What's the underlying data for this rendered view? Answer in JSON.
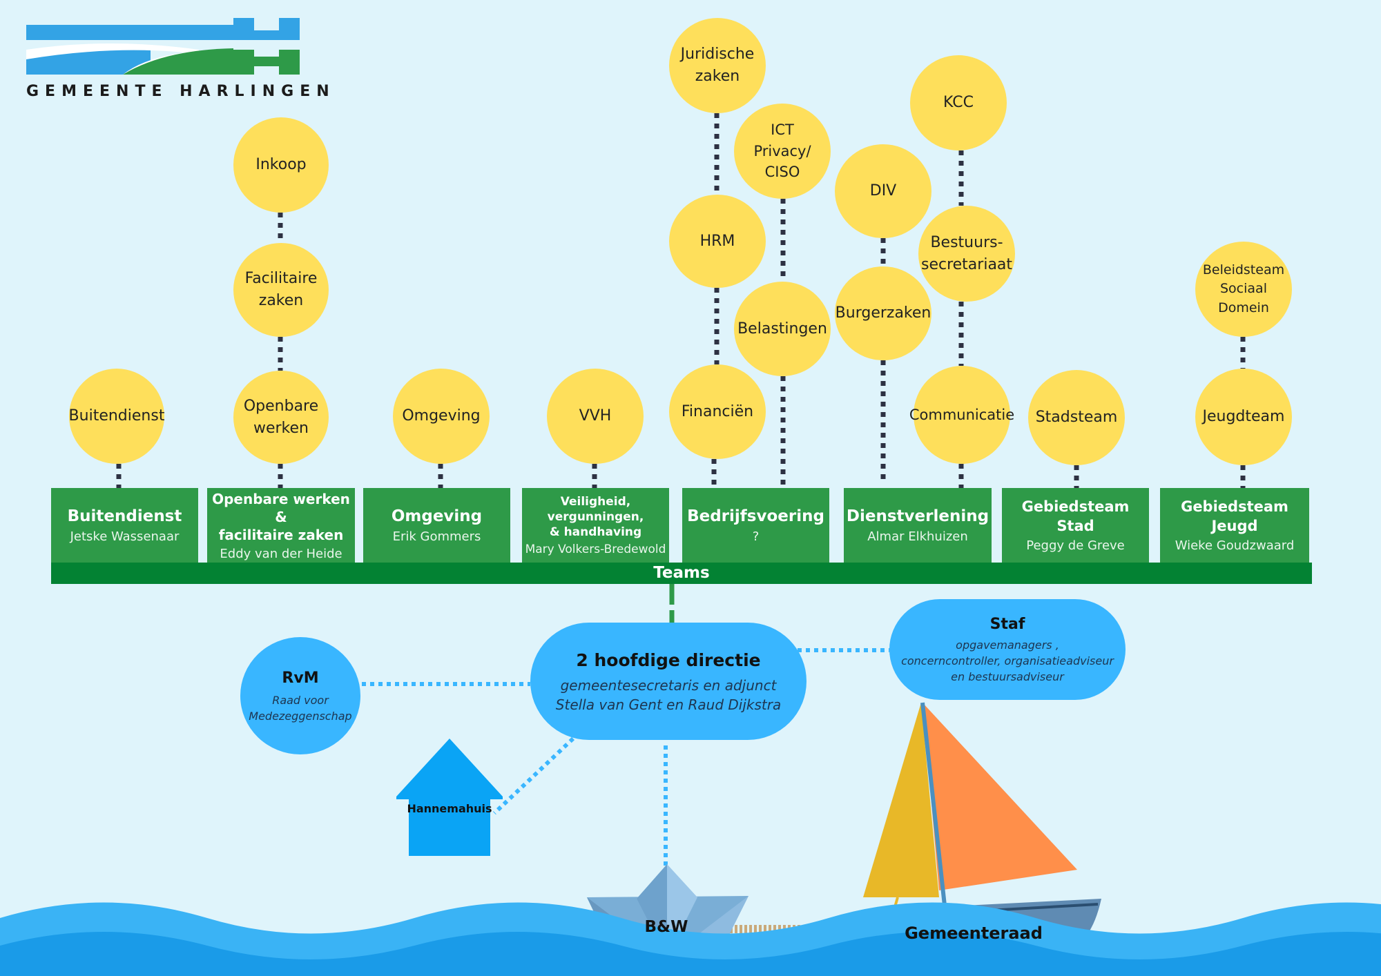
{
  "logo": {
    "text": "GEMEENTE HARLINGEN"
  },
  "colors": {
    "background": "#dff4fb",
    "circle": "#fedf5b",
    "dept_green": "#2e9a48",
    "teams_bar": "#038233",
    "blue": "#39b6ff",
    "water": "#3ab3f5"
  },
  "teams_label": "Teams",
  "departments": [
    {
      "name": "Buitendienst",
      "head": "Jetske Wassenaar"
    },
    {
      "name": "Openbare werken &\nfacilitaire zaken",
      "head": "Eddy van der Heide"
    },
    {
      "name": "Omgeving",
      "head": "Erik Gommers"
    },
    {
      "name": "Veiligheid, vergunningen,\n& handhaving",
      "head": "Mary Volkers-Bredewold"
    },
    {
      "name": "Bedrijfsvoering",
      "head": "?"
    },
    {
      "name": "Dienstverlening",
      "head": "Almar Elkhuizen"
    },
    {
      "name": "Gebiedsteam Stad",
      "head": "Peggy de Greve"
    },
    {
      "name": "Gebiedsteam Jeugd",
      "head": "Wieke Goudzwaard"
    }
  ],
  "teams": {
    "buitendienst": "Buitendienst",
    "inkoop": "Inkoop",
    "facilitaire_zaken": "Facilitaire\nzaken",
    "openbare_werken": "Openbare\nwerken",
    "omgeving": "Omgeving",
    "vvh": "VVH",
    "juridische_zaken": "Juridische\nzaken",
    "hrm": "HRM",
    "financien": "Financiën",
    "ict": "ICT\nPrivacy/ CISO",
    "belastingen": "Belastingen",
    "div": "DIV",
    "burgerzaken": "Burgerzaken",
    "kcc": "KCC",
    "bestuurssecretariaat": "Bestuurs-\nsecretariaat",
    "communicatie": "Communicatie",
    "stadsteam": "Stadsteam",
    "beleidsteam": "Beleidsteam\nSociaal Domein",
    "jeugdteam": "Jeugdteam"
  },
  "directie": {
    "title": "2 hoofdige directie",
    "line1": "gemeentesecretaris en adjunct",
    "line2": "Stella van Gent en Raud Dijkstra"
  },
  "staf": {
    "title": "Staf",
    "line1": "opgavemanagers ,",
    "line2": "concerncontroller, organisatieadviseur",
    "line3": "en bestuursadviseur"
  },
  "rvm": {
    "title": "RvM",
    "line1": "Raad voor",
    "line2": "Medezeggenschap"
  },
  "hannemahuis": "Hannemahuis",
  "bw": "B&W",
  "gemeenteraad": "Gemeenteraad"
}
